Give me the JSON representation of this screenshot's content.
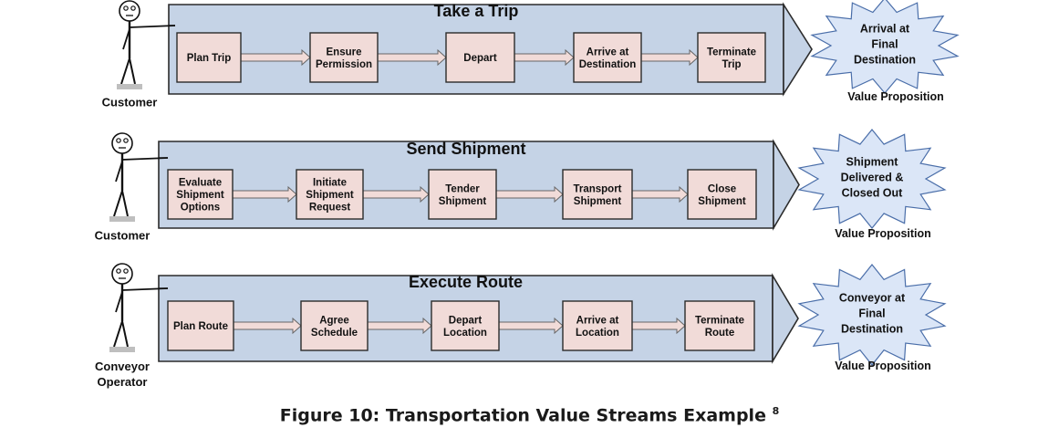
{
  "streams": [
    {
      "title": "Take a Trip",
      "actor": [
        "Customer"
      ],
      "steps": [
        [
          "Plan Trip"
        ],
        [
          "Ensure",
          "Permission"
        ],
        [
          "Depart"
        ],
        [
          "Arrive at",
          "Destination"
        ],
        [
          "Terminate",
          "Trip"
        ]
      ],
      "outcome": [
        "Arrival at",
        "Final",
        "Destination"
      ],
      "outcome_label": "Value Proposition"
    },
    {
      "title": "Send Shipment",
      "actor": [
        "Customer"
      ],
      "steps": [
        [
          "Evaluate",
          "Shipment",
          "Options"
        ],
        [
          "Initiate",
          "Shipment",
          "Request"
        ],
        [
          "Tender",
          "Shipment"
        ],
        [
          "Transport",
          "Shipment"
        ],
        [
          "Close",
          "Shipment"
        ]
      ],
      "outcome": [
        "Shipment",
        "Delivered &",
        "Closed Out"
      ],
      "outcome_label": "Value Proposition"
    },
    {
      "title": "Execute Route",
      "actor": [
        "Conveyor",
        "Operator"
      ],
      "steps": [
        [
          "Plan Route"
        ],
        [
          "Agree",
          "Schedule"
        ],
        [
          "Depart",
          "Location"
        ],
        [
          "Arrive at",
          "Location"
        ],
        [
          "Terminate",
          "Route"
        ]
      ],
      "outcome": [
        "Conveyor at",
        "Final",
        "Destination"
      ],
      "outcome_label": "Value Proposition"
    }
  ],
  "caption": {
    "text": "Figure 10: Transportation Value Streams Example",
    "footnote": "8"
  },
  "colors": {
    "band_fill": "#c5d3e6",
    "step_fill": "#f1dbd8",
    "connector_fill": "#f1dbd8",
    "burst_fill": "#dbe6f7",
    "stroke": "#2b2b2b"
  }
}
